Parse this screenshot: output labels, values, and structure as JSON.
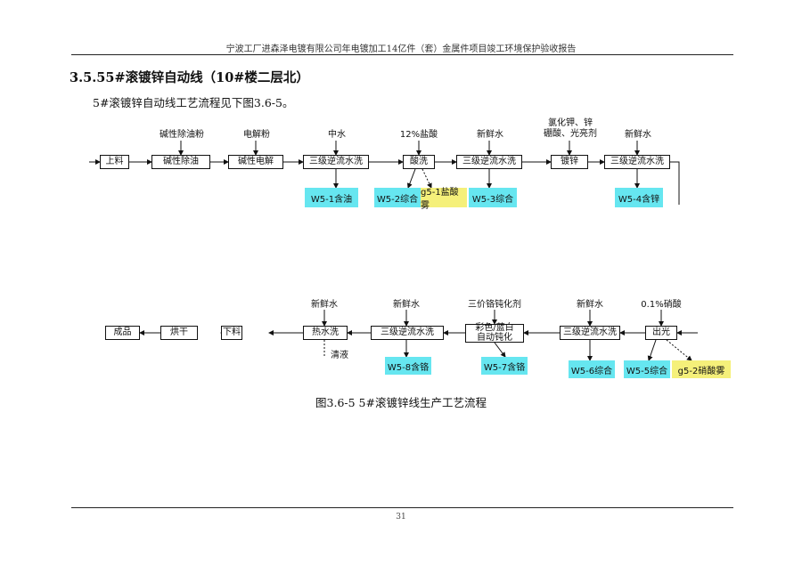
{
  "header": {
    "title": "宁波工厂进森泽电镀有限公司年电镀加工14亿件（套）金属件项目竣工环境保护验收报告",
    "page_number": "31"
  },
  "section": {
    "heading": "3.5.55#滚镀锌自动线（10#楼二层北）",
    "intro": "5#滚镀锌自动线工艺流程见下图3.6-5。"
  },
  "flow_top": {
    "steps": [
      "上料",
      "碱性除油",
      "碱性电解",
      "三级逆流水洗",
      "酸洗",
      "三级逆流水洗",
      "镀锌",
      "三级逆流水洗"
    ],
    "inputs": [
      "碱性除油粉",
      "电解粉",
      "中水",
      "12%盐酸",
      "新鲜水",
      "氯化钾、锌\n硼酸、光亮剂",
      "新鲜水"
    ],
    "outputs": [
      "W5-1含油",
      "W5-2综合",
      "g5-1盐酸雾",
      "W5-3综合",
      "W5-4含锌"
    ]
  },
  "flow_bottom": {
    "steps": [
      "成品",
      "烘干",
      "下料",
      "热水洗",
      "三级逆流水洗",
      "彩色/蓝白\n自动钝化",
      "三级逆流水洗",
      "出光"
    ],
    "inputs": [
      "新鲜水",
      "新鲜水",
      "三价铬钝化剂",
      "新鲜水",
      "0.1%硝酸"
    ],
    "extra_label": "清液",
    "outputs": [
      "W5-8含铬",
      "W5-7含铬",
      "W5-6综合",
      "W5-5综合",
      "g5-2硝酸雾"
    ]
  },
  "caption": "图3.6-5 5#滚镀锌线生产工艺流程"
}
